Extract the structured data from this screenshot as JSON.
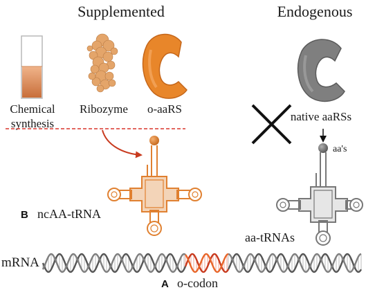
{
  "headers": {
    "supplemented": "Supplemented",
    "endogenous": "Endogenous"
  },
  "sources": {
    "chemical_line1": "Chemical",
    "chemical_line2": "synthesis",
    "ribozyme": "Ribozyme",
    "oaars": "o-aaRS",
    "native": "native aaRSs"
  },
  "trna": {
    "aas_label": "aa's",
    "left_letter": "B",
    "left_name": "ncAA-tRNA",
    "right_name": "aa-tRNAs"
  },
  "mrna": {
    "label": "mRNA",
    "codon_letter": "A",
    "codon_name": "o-codon"
  },
  "colors": {
    "orange": "#e8862a",
    "orange_dark": "#c4661a",
    "red_arrow": "#c83a1e",
    "red_dash": "#d8342a",
    "grey": "#7f7f7f",
    "grey_dark": "#555555"
  },
  "icons": {
    "tube": "test-tube-icon",
    "ribozyme": "ribozyme-icon",
    "oaars": "enzyme-icon",
    "native": "enzyme-icon",
    "cross": "cross-icon"
  }
}
